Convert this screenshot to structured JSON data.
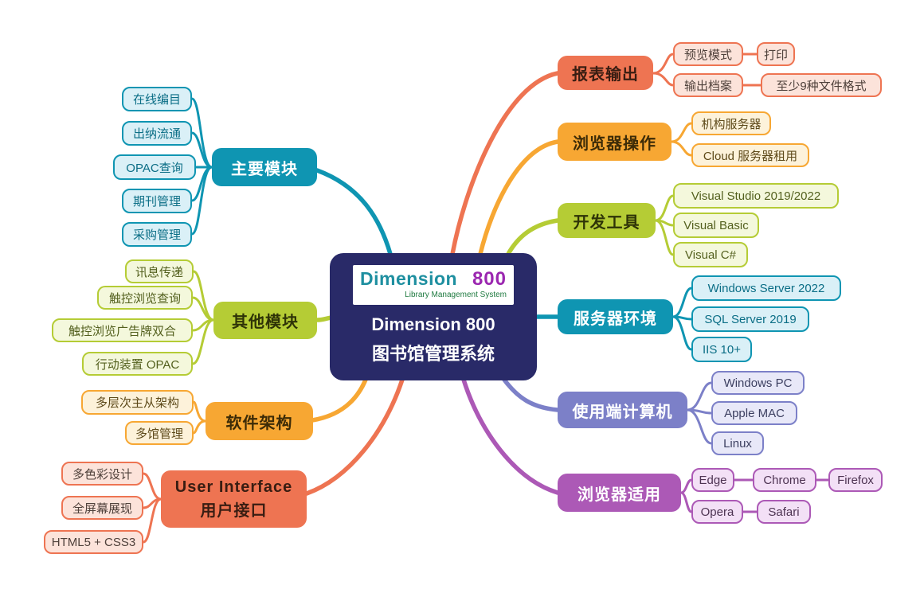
{
  "palette": {
    "teal": "#0f95b2",
    "lime": "#b5cc35",
    "amber": "#f7a733",
    "coral": "#ee7452",
    "purple": "#7c80c8",
    "magenta": "#ac59b6",
    "navy": "#292a68",
    "logo_teal": "#1e8fa0",
    "logo_purple": "#9b27b0",
    "logo_green": "#1f7a40"
  },
  "center": {
    "logo_brand": "Dimension",
    "logo_number": "800",
    "logo_subtitle": "Library Management System",
    "title_line1": "Dimension 800",
    "title_line2": "图书馆管理系统"
  },
  "branches": [
    {
      "label": "主要模块",
      "color": "teal",
      "children": [
        {
          "label": "在线编目"
        },
        {
          "label": "出纳流通"
        },
        {
          "label": "OPAC查询"
        },
        {
          "label": "期刊管理"
        },
        {
          "label": "采购管理"
        }
      ]
    },
    {
      "label": "其他模块",
      "color": "lime",
      "children": [
        {
          "label": "讯息传递"
        },
        {
          "label": "触控浏览查询"
        },
        {
          "label": "触控浏览广告牌双合"
        },
        {
          "label": "行动装置 OPAC"
        }
      ]
    },
    {
      "label": "软件架构",
      "color": "amber",
      "children": [
        {
          "label": "多层次主从架构"
        },
        {
          "label": "多馆管理"
        }
      ]
    },
    {
      "label_line1": "User Interface",
      "label_line2": "用户接口",
      "color": "coral",
      "children": [
        {
          "label": "多色彩设计"
        },
        {
          "label": "全屏幕展现"
        },
        {
          "label": "HTML5 + CSS3"
        }
      ]
    },
    {
      "label": "报表输出",
      "color": "coral",
      "children": [
        {
          "label": "预览模式"
        },
        {
          "label": "打印"
        },
        {
          "label": "输出档案"
        },
        {
          "label": "至少9种文件格式"
        }
      ]
    },
    {
      "label": "浏览器操作",
      "color": "amber",
      "children": [
        {
          "label": "机构服务器"
        },
        {
          "label": "Cloud 服务器租用"
        }
      ]
    },
    {
      "label": "开发工具",
      "color": "lime",
      "children": [
        {
          "label": "Visual Studio 2019/2022"
        },
        {
          "label": "Visual Basic"
        },
        {
          "label": "Visual C#"
        }
      ]
    },
    {
      "label": "服务器环境",
      "color": "teal",
      "children": [
        {
          "label": "Windows Server 2022"
        },
        {
          "label": "SQL Server 2019"
        },
        {
          "label": "IIS 10+"
        }
      ]
    },
    {
      "label": "使用端计算机",
      "color": "purple",
      "children": [
        {
          "label": "Windows PC"
        },
        {
          "label": "Apple MAC"
        },
        {
          "label": "Linux"
        }
      ]
    },
    {
      "label": "浏览器适用",
      "color": "magenta",
      "children": [
        {
          "label": "Edge"
        },
        {
          "label": "Chrome"
        },
        {
          "label": "Firefox"
        },
        {
          "label": "Opera"
        },
        {
          "label": "Safari"
        }
      ]
    }
  ]
}
